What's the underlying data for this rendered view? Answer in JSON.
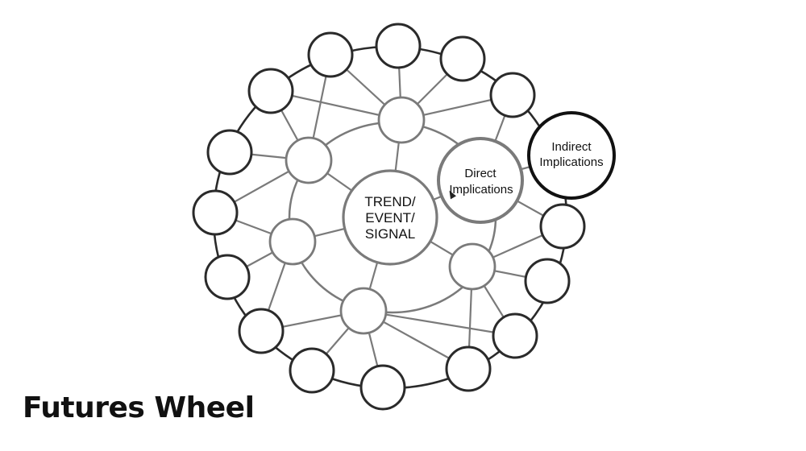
{
  "title": "Futures Wheel",
  "center_label": [
    "TREND/",
    "EVENT/",
    "SIGNAL"
  ],
  "direct_label": [
    "Direct",
    "Implications"
  ],
  "indirect_label": [
    "Indirect",
    "Implications"
  ],
  "colors": {
    "dark": "#2a2a2a",
    "gray": "#7a7a7a",
    "text": "#111111",
    "background": "#ffffff"
  }
}
